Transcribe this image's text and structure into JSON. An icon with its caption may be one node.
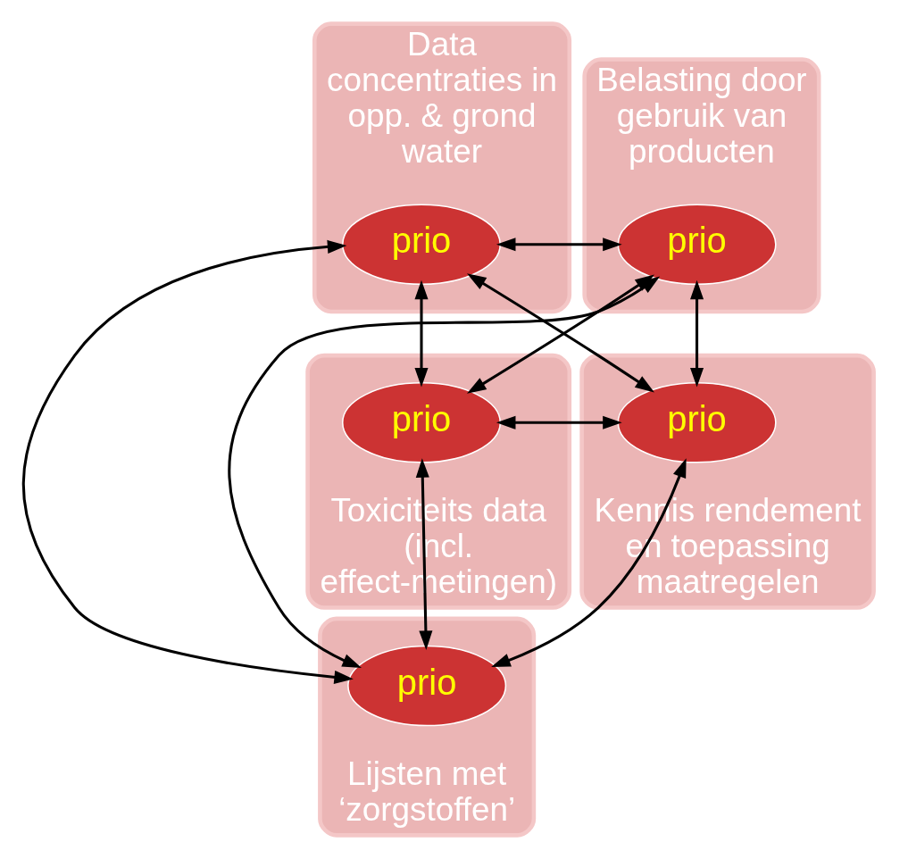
{
  "diagram": {
    "nodes": [
      {
        "text": [
          "Data concentraties in opp. & grond water"
        ]
      },
      {
        "text": [
          "prio"
        ],
        "in": 0
      },
      {
        "text": [
          "Belasting door gebruik van producten"
        ]
      },
      {
        "text": [
          "prio"
        ],
        "in": 2
      },
      {
        "text": [
          "Toxiciteits data (incl. effect-metingen)"
        ]
      },
      {
        "text": [
          "prio"
        ],
        "in": 4
      },
      {
        "text": [
          "Kennis rendement en toepassing maatregelen"
        ]
      },
      {
        "text": [
          "prio"
        ],
        "in": 6
      },
      {
        "text": [
          "Lijsten met ‘zorgstoffen’"
        ]
      },
      {
        "text": [
          "prio"
        ],
        "in": 8
      }
    ],
    "edges": [
      {
        "from": 1,
        "to": 3,
        "arrow": "both"
      },
      {
        "from": 1,
        "to": 5,
        "arrow": "both"
      },
      {
        "from": 1,
        "to": 7,
        "arrow": "both"
      },
      {
        "from": 1,
        "to": 9,
        "arrow": "both"
      },
      {
        "from": 3,
        "to": 5,
        "arrow": "both"
      },
      {
        "from": 3,
        "to": 7,
        "arrow": "both"
      },
      {
        "from": 3,
        "to": 9,
        "arrow": "both"
      },
      {
        "from": 5,
        "to": 7,
        "arrow": "both"
      },
      {
        "from": 5,
        "to": 9,
        "arrow": "both"
      },
      {
        "from": 7,
        "to": 9,
        "arrow": "both"
      }
    ]
  }
}
